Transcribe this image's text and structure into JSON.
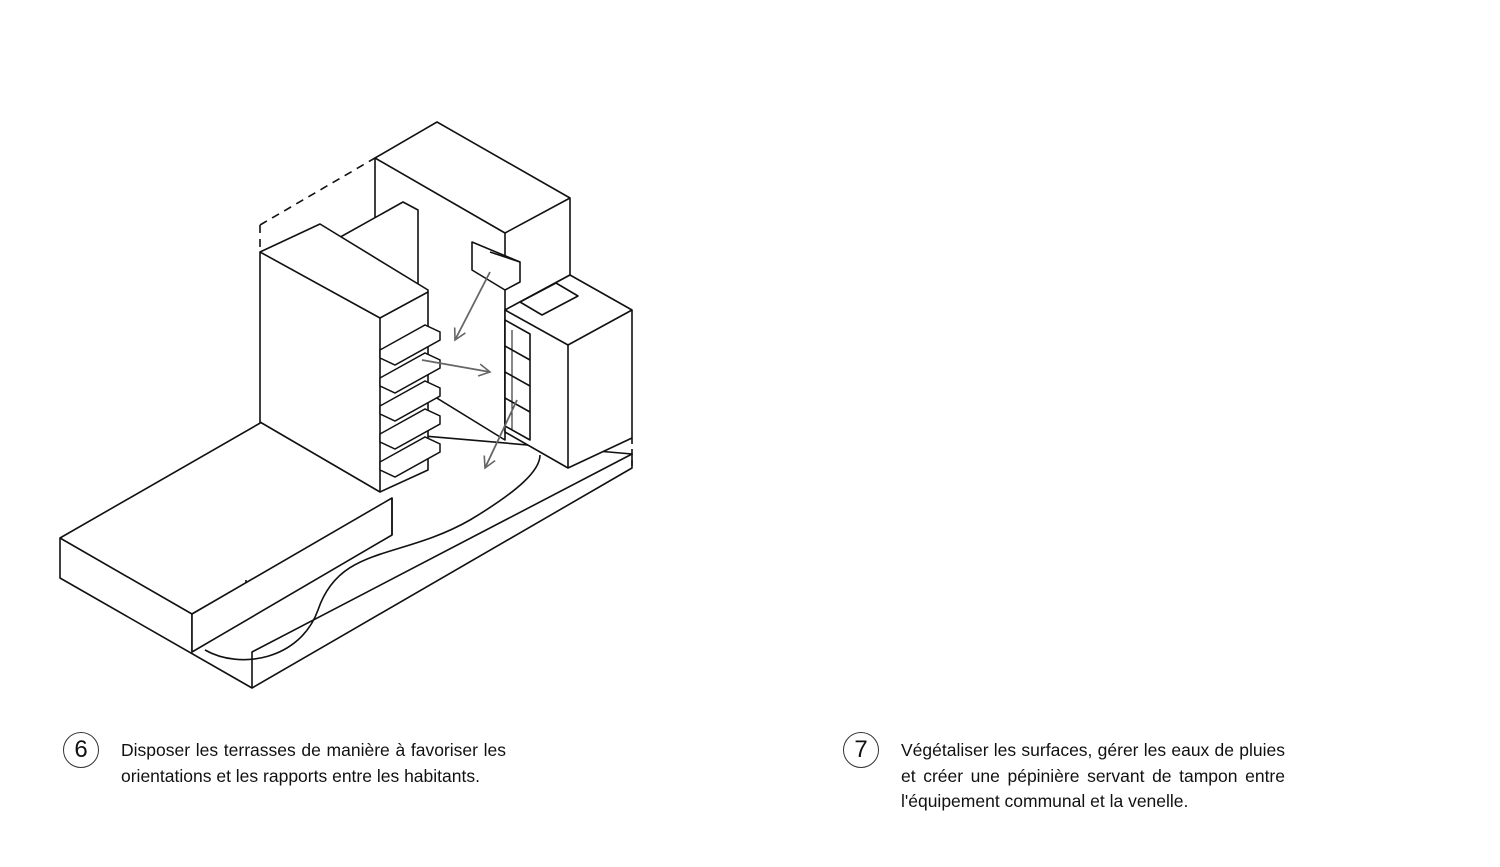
{
  "steps": [
    {
      "number": "6",
      "caption": "Disposer les terrasses de manière à favoriser les orientations et les rapports entre les habitants."
    },
    {
      "number": "7",
      "caption": "Végétaliser les surfaces, gérer les eaux de pluies et créer une pépinière servant de tampon entre l'équipement communal et la venelle."
    }
  ],
  "colors": {
    "line": "#111111",
    "arrow": "#666666",
    "hatch": "#888888"
  }
}
